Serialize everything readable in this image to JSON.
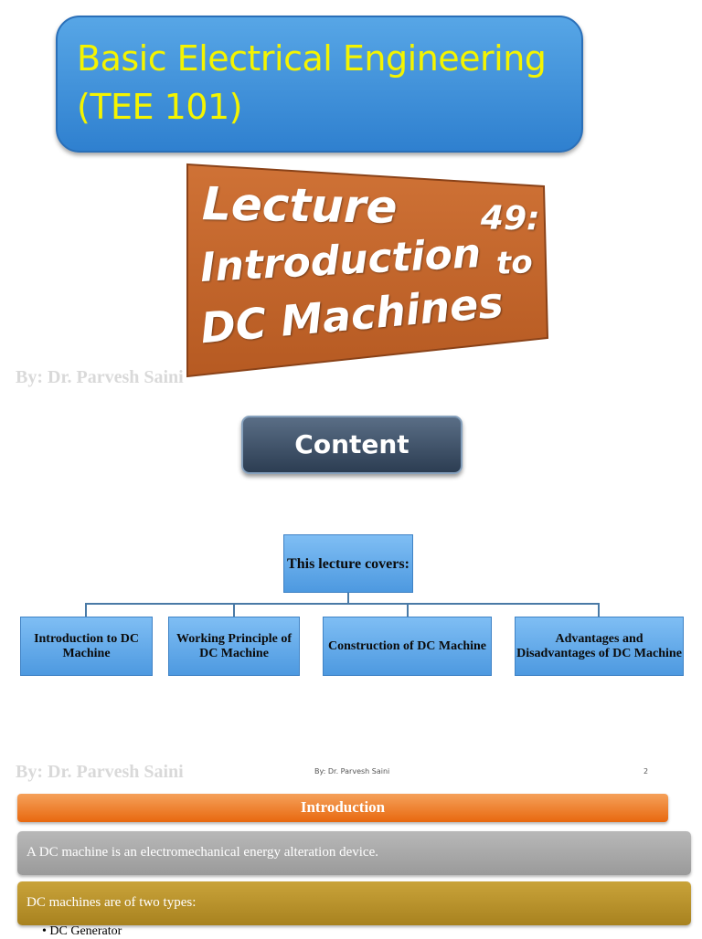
{
  "title": {
    "line1": "Basic Electrical Engineering",
    "line2": "(TEE 101)"
  },
  "lecture": {
    "line1_word": "Lecture",
    "line1_num": "49:",
    "line2_word": "Introduction",
    "line2_to": "to",
    "line3": "DC Machines"
  },
  "byline": "By: Dr. Parvesh Saini",
  "content_button": "Content",
  "org_chart": {
    "root": "This lecture covers:",
    "children": [
      "Introduction to DC Machine",
      "Working Principle of DC Machine",
      "Construction of DC Machine",
      "Advantages and Disadvantages of DC Machine"
    ]
  },
  "footer": {
    "byline": "By: Dr. Parvesh Saini",
    "small_author": "By: Dr. Parvesh Saini",
    "page_number": "2"
  },
  "slide3": {
    "heading": "Introduction",
    "definition": "A DC machine is an electromechanical energy alteration device.",
    "types_intro": "DC machines are of two types:",
    "bullet1": "DC Generator"
  },
  "colors": {
    "title_bg": "#2f80cf",
    "title_text": "#f4f400",
    "lecture_bg": "#c2652a",
    "content_btn": "#2c3d52",
    "node_bg": "#5ea6e8",
    "intro_orange": "#e8680f",
    "gray_bar": "#a8a8a8",
    "gold_bar": "#b89128"
  }
}
